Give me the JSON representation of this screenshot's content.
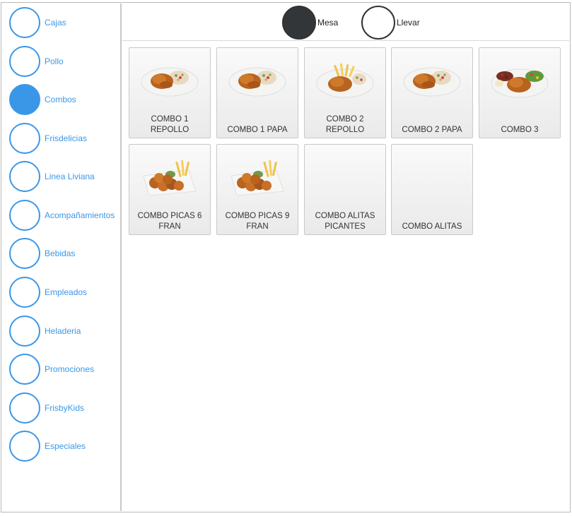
{
  "categories": [
    {
      "label": "Cajas",
      "active": false
    },
    {
      "label": "Pollo",
      "active": false
    },
    {
      "label": "Combos",
      "active": true
    },
    {
      "label": "Frisdelicias",
      "active": false
    },
    {
      "label": "Linea Liviana",
      "active": false
    },
    {
      "label": "Acompañamientos",
      "active": false
    },
    {
      "label": "Bebidas",
      "active": false
    },
    {
      "label": "Empleados",
      "active": false
    },
    {
      "label": "Heladeria",
      "active": false
    },
    {
      "label": "Promociones",
      "active": false
    },
    {
      "label": "FrisbyKids",
      "active": false
    },
    {
      "label": "Especiales",
      "active": false
    }
  ],
  "order_type": {
    "options": [
      {
        "label": "Mesa",
        "selected": true
      },
      {
        "label": "Llevar",
        "selected": false
      }
    ]
  },
  "products": [
    {
      "name": "COMBO 1 REPOLLO",
      "image": "chicken-coleslaw-plate"
    },
    {
      "name": "COMBO 1 PAPA",
      "image": "chicken-coleslaw-plate"
    },
    {
      "name": "COMBO 2 REPOLLO",
      "image": "chicken-fries-plate"
    },
    {
      "name": "COMBO 2 PAPA",
      "image": "chicken-coleslaw-plate"
    },
    {
      "name": "COMBO 3",
      "image": "chicken-salad-plate"
    },
    {
      "name": "COMBO PICAS 6 FRAN",
      "image": "chicken-bites-fries"
    },
    {
      "name": "COMBO PICAS 9 FRAN",
      "image": "chicken-bites-fries"
    },
    {
      "name": "COMBO ALITAS PICANTES",
      "image": ""
    },
    {
      "name": "COMBO ALITAS",
      "image": ""
    }
  ],
  "colors": {
    "accent": "#3a97e8",
    "selected_radio": "#333638"
  }
}
